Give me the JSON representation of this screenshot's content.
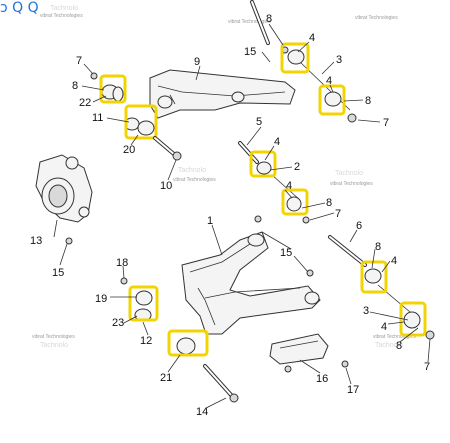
{
  "toolbar": {
    "icon_label": "ɔ Q Q"
  },
  "watermark": {
    "text": "vibrat Technologies",
    "faint": "Tachnolo"
  },
  "callouts": {
    "c1": "1",
    "c2": "2",
    "c3a": "3",
    "c3b": "3",
    "c4a": "4",
    "c4b": "4",
    "c4c": "4",
    "c4d": "4",
    "c4e": "4",
    "c4f": "4",
    "c5": "5",
    "c6": "6",
    "c7a": "7",
    "c7b": "7",
    "c7c": "7",
    "c7d": "7",
    "c8a": "8",
    "c8b": "8",
    "c8c": "8",
    "c8d": "8",
    "c8e": "8",
    "c8f": "8",
    "c9": "9",
    "c10": "10",
    "c11": "11",
    "c12": "12",
    "c13": "13",
    "c14": "14",
    "c15a": "15",
    "c15b": "15",
    "c15c": "15",
    "c16": "16",
    "c17": "17",
    "c18": "18",
    "c19": "19",
    "c20": "20",
    "c21": "21",
    "c22": "22",
    "c23": "23"
  },
  "colors": {
    "highlight": "#f2d400",
    "line": "#333333",
    "toolbar": "#1e73d8"
  }
}
